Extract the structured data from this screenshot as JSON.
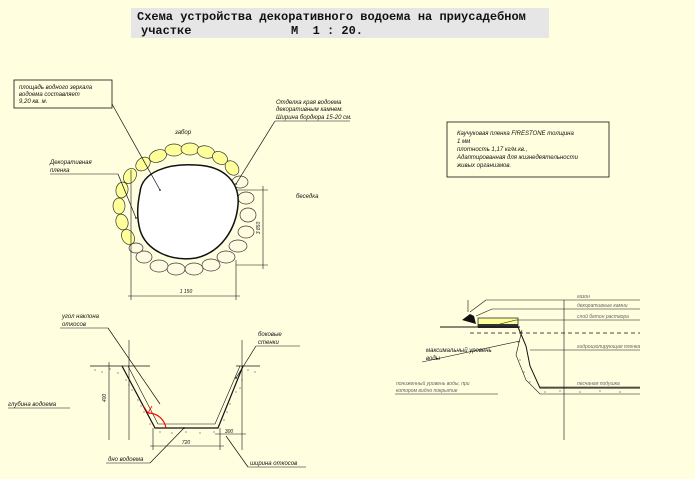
{
  "title": {
    "line1": "Схема устройства декоративного водоема на приусадебном",
    "line2": "участке",
    "scale": "М  1 : 20."
  },
  "plan": {
    "area_note": [
      "площадь водного зеркала",
      "водоема составляет",
      "9,20 кв. м."
    ],
    "border_note": [
      "Отделка края водоема",
      "декоративным камнем.",
      "Ширина бордюра 15-20 см."
    ],
    "fence": "забор",
    "gazebo": "беседка",
    "film_note": [
      "Декоративная",
      "пленка"
    ],
    "width_dim": "1 150",
    "height_dim": "3 850"
  },
  "membrane_note": [
    "Каучуковая пленка FIRESTONE толщина",
    "1 мм",
    "плотность 1,17 кг/м.кв.,",
    "Адаптированная для жизнедеятельности",
    "живых организмов."
  ],
  "section": {
    "slope_angle": [
      "угол наклона",
      "откосов"
    ],
    "side_walls": [
      "боковые",
      "стенки"
    ],
    "depth": "глубина водоема",
    "bottom": "дно водоема",
    "slope_width": "ширина откосов",
    "depth_dim": "400",
    "bottom_dim": "720",
    "slope_dim": "300"
  },
  "edge_detail": {
    "lawn": "газон",
    "stone": "декоративные камни",
    "concrete": "слой бетон раствора",
    "max_level": [
      "максимальный уровень",
      "воды"
    ],
    "waterproof": "гидроизолирующая пленка",
    "low_level": [
      "пониженный уровень воды, при",
      "котором видно покрытие"
    ],
    "sand": "песчаная подушка"
  },
  "colors": {
    "background": "#ffffe0",
    "stones": "#ffff99",
    "line": "#111111",
    "angle": "#ff0000",
    "title_bg": "#e6e6e6"
  }
}
